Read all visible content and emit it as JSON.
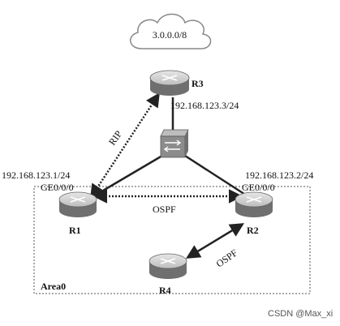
{
  "diagram": {
    "cloud": {
      "label": "3.0.0.0/8"
    },
    "routers": {
      "r3": {
        "label": "R3",
        "ip": "192.168.123.3/24"
      },
      "r1": {
        "label": "R1",
        "ip": "192.168.123.1/24",
        "iface": "GE0/0/0"
      },
      "r2": {
        "label": "R2",
        "ip": "192.168.123.2/24",
        "iface": "GE0/0/0"
      },
      "r4": {
        "label": "R4"
      }
    },
    "links": {
      "r3_r1": "RIP",
      "r1_r2": "OSPF",
      "r2_r4": "OSPF"
    },
    "area": {
      "label": "Area0"
    },
    "watermark": "CSDN @Max_xi"
  },
  "colors": {
    "router_top": "#d9d9d9",
    "router_side": "#6f6f6f",
    "switch_face": "#8c8c8c",
    "line": "#222222",
    "dashed_box": "#555555"
  }
}
